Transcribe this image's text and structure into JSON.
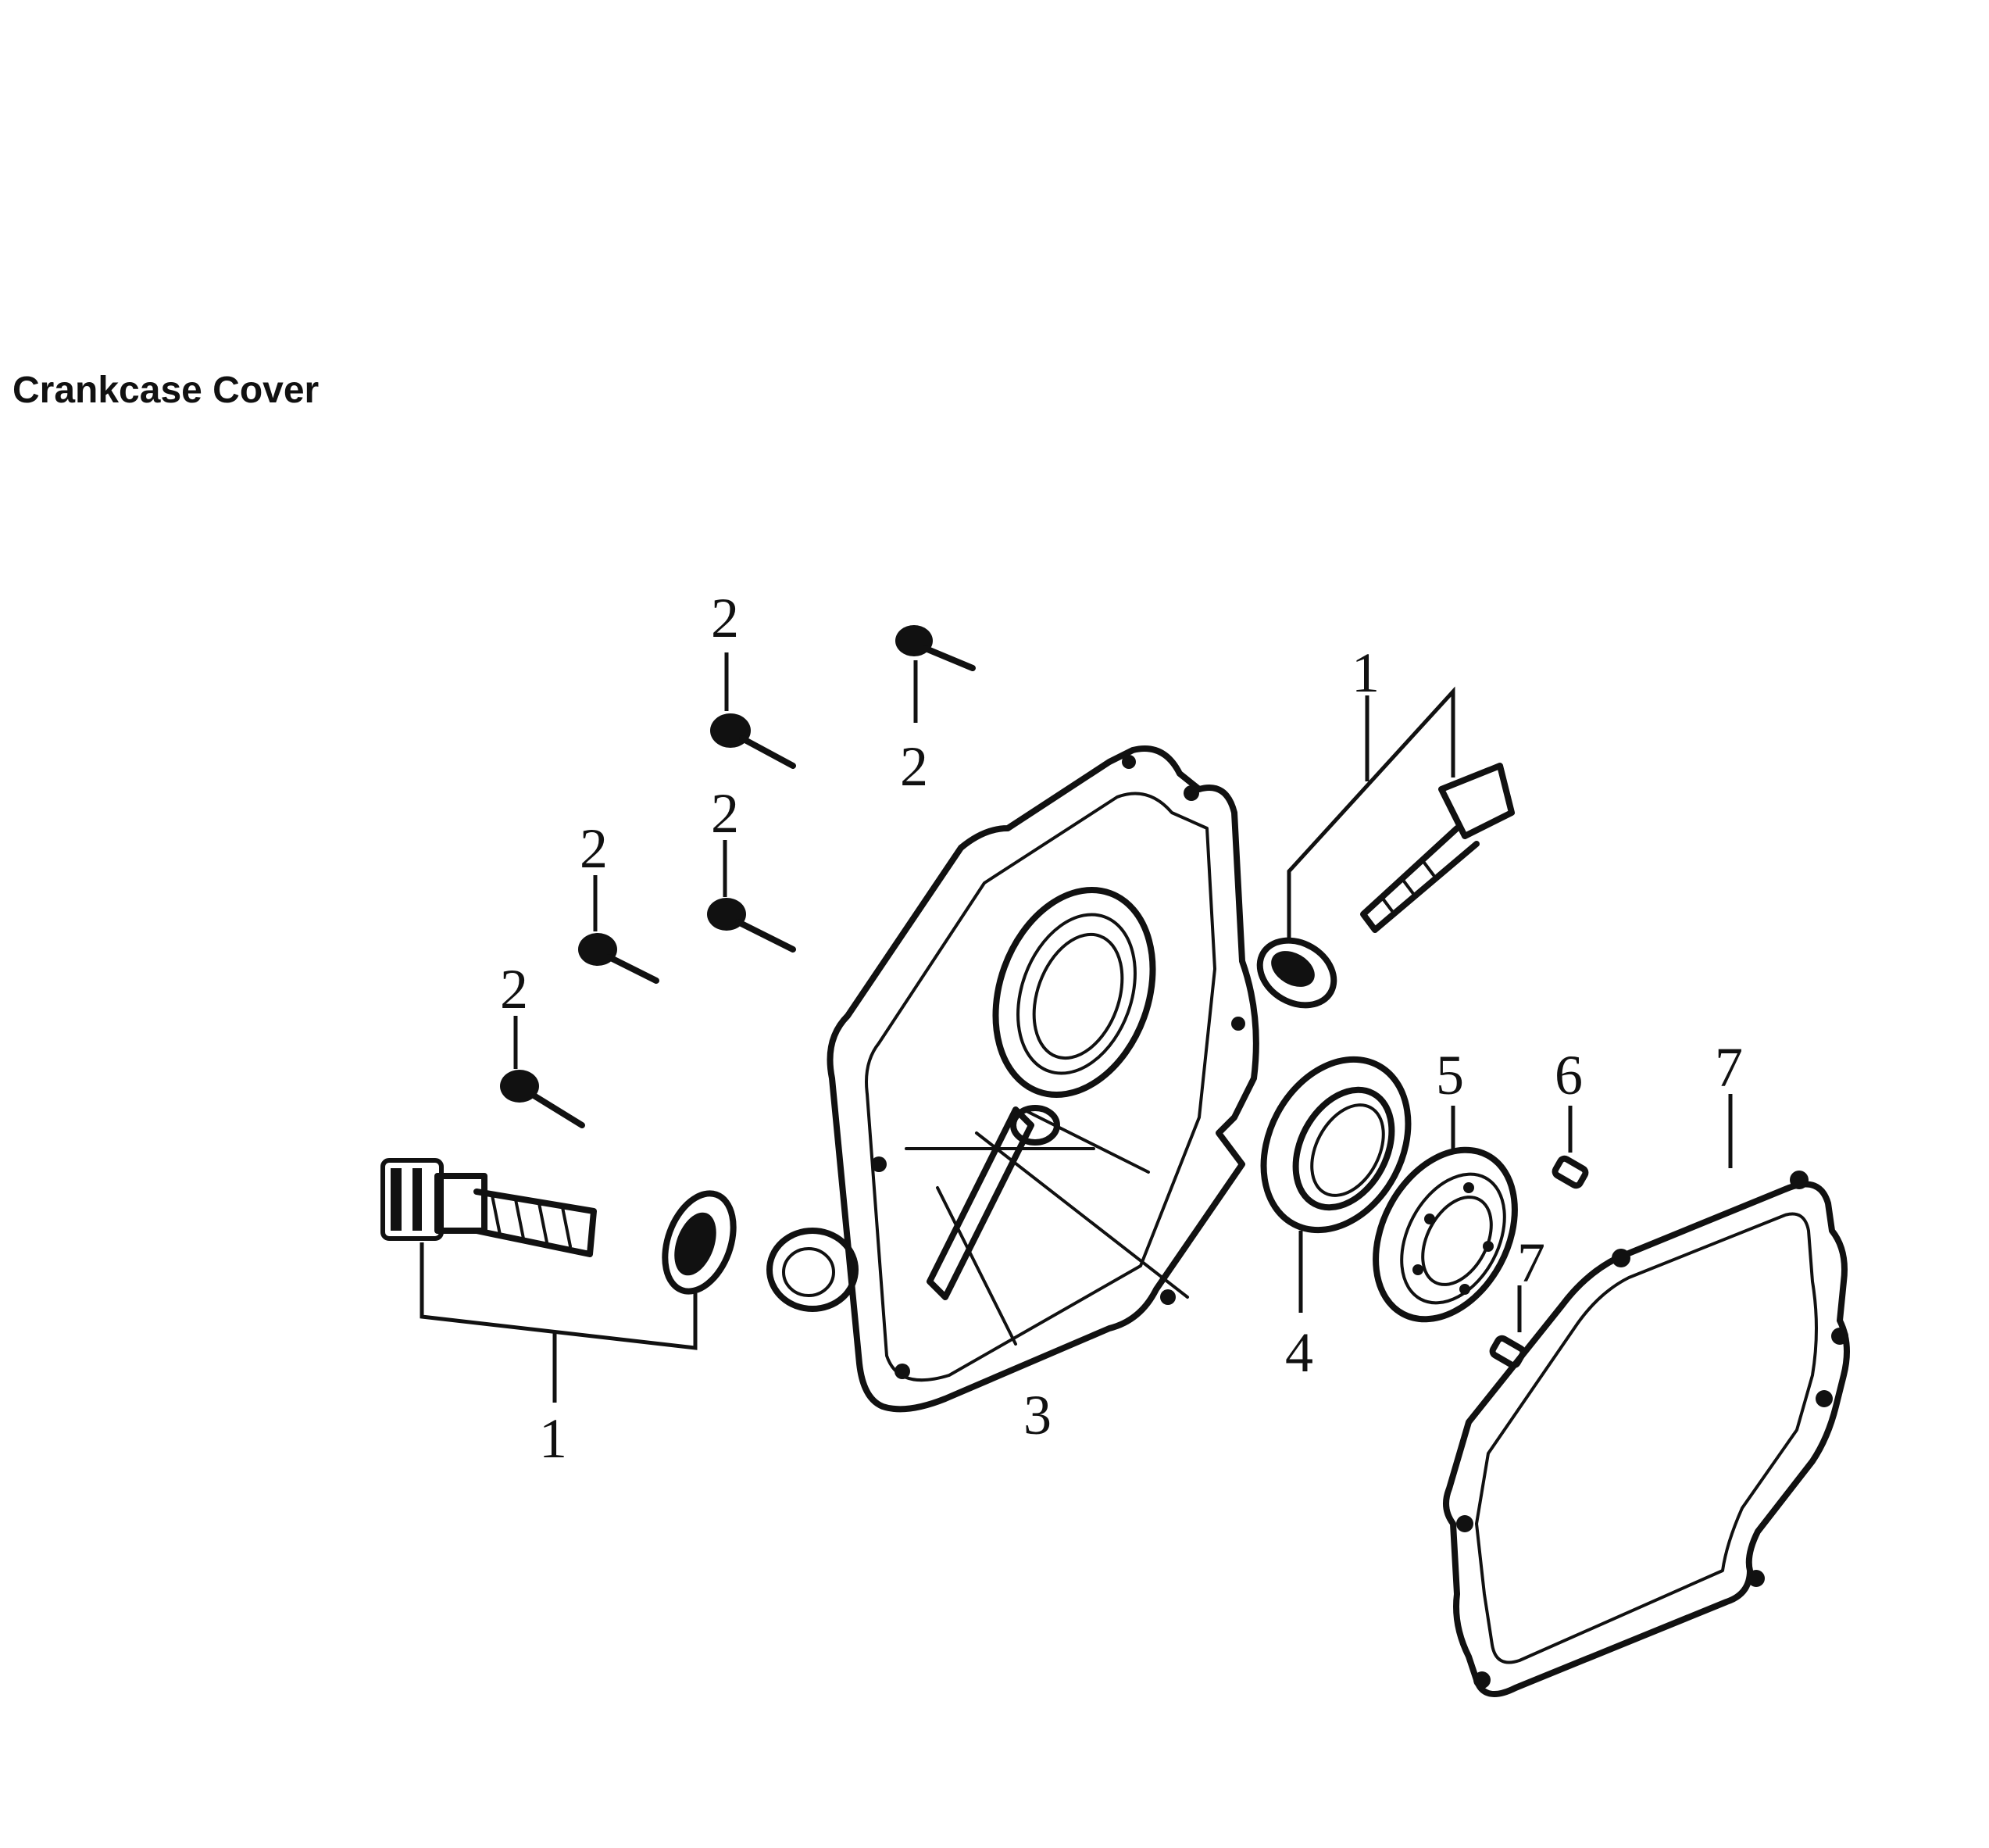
{
  "title": "Crankcase Cover",
  "callouts": [
    {
      "id": "oil-filler-left",
      "number": "1"
    },
    {
      "id": "bolt-a",
      "number": "2"
    },
    {
      "id": "bolt-b",
      "number": "2"
    },
    {
      "id": "bolt-c",
      "number": "2"
    },
    {
      "id": "bolt-d",
      "number": "2"
    },
    {
      "id": "bolt-e",
      "number": "2"
    },
    {
      "id": "oil-filler-right",
      "number": "1"
    },
    {
      "id": "crankcase-cover",
      "number": "3"
    },
    {
      "id": "oil-seal",
      "number": "4"
    },
    {
      "id": "bearing",
      "number": "5"
    },
    {
      "id": "dowel-pin-a",
      "number": "6"
    },
    {
      "id": "dowel-pin-b",
      "number": "7"
    },
    {
      "id": "gasket",
      "number": "7"
    }
  ]
}
